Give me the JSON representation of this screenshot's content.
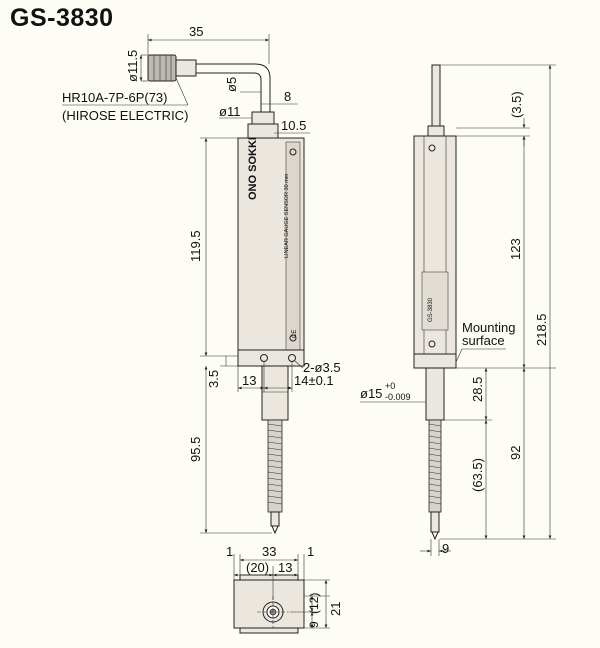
{
  "title": "GS-3830",
  "connector": {
    "part_number": "HR10A-7P-6P(73)",
    "maker": "(HIROSE ELECTRIC)"
  },
  "body_text": {
    "brand": "ONO SOKKI",
    "sensor": "LINEAR GAUGE SENSOR 30 mm",
    "ce_mark": "CE",
    "side_label": "GS-3830"
  },
  "front_view_dims": {
    "cable_length": "35",
    "connector_dia": "ø11.5",
    "cable_dia": "ø5",
    "neck_dia": "ø11",
    "neck_width": "8",
    "neck_offset": "10.5",
    "body_length": "119.5",
    "flange_height": "3.5",
    "hole_spec": "2-ø3.5",
    "hole_left": "13",
    "hole_spacing": "14±0.1",
    "stem_length": "95.5"
  },
  "side_view_dims": {
    "top_offset": "(3.5)",
    "body_length": "123",
    "overall_length": "218.5",
    "mounting_line1": "Mounting",
    "mounting_line2": "surface",
    "stem_dia": "ø15",
    "stem_tol_upper": "+0",
    "stem_tol_lower": "-0.009",
    "stem_length": "28.5",
    "travel": "92",
    "spindle_length": "(63.5)",
    "tip_width": "9"
  },
  "bottom_view_dims": {
    "margin_left": "1",
    "width": "33",
    "margin_right": "1",
    "offset_left": "(20)",
    "offset_right": "13",
    "center_height": "(12)",
    "bottom_offset": "9",
    "height": "21"
  }
}
